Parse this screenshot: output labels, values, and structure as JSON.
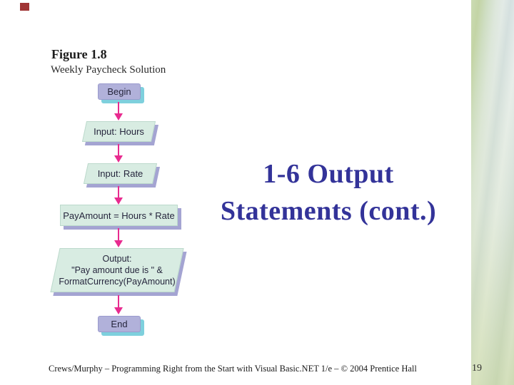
{
  "figure": {
    "label": "Figure 1.8",
    "subtitle": "Weekly Paycheck Solution"
  },
  "title": {
    "line1": "1-6 Output",
    "line2": "Statements (cont.)"
  },
  "flowchart": {
    "nodes": [
      {
        "id": "begin",
        "type": "terminator",
        "label": "Begin"
      },
      {
        "id": "input-hours",
        "type": "input-output",
        "label": "Input: Hours"
      },
      {
        "id": "input-rate",
        "type": "input-output",
        "label": "Input: Rate"
      },
      {
        "id": "process",
        "type": "process",
        "label": "PayAmount = Hours * Rate"
      },
      {
        "id": "output",
        "type": "input-output",
        "lines": [
          "Output:",
          "\"Pay amount due is \" &",
          "FormatCurrency(PayAmount)"
        ]
      },
      {
        "id": "end",
        "type": "terminator",
        "label": "End"
      }
    ]
  },
  "footer": {
    "credit": "Crews/Murphy – Programming Right from the Start with Visual Basic.NET 1/e – © 2004 Prentice Hall",
    "page_number": "19"
  },
  "colors": {
    "title_blue": "#333399",
    "arrow_pink": "#E82B8F",
    "node_mint": "#D8ECE2",
    "node_lavender": "#B1B1DA",
    "shadow_teal": "#7ED0DD",
    "shadow_lavender": "#A4A4D2",
    "accent_red": "#A03434",
    "strip_green": "#C3D4A6",
    "strip_blue": "#DCE6E8"
  }
}
